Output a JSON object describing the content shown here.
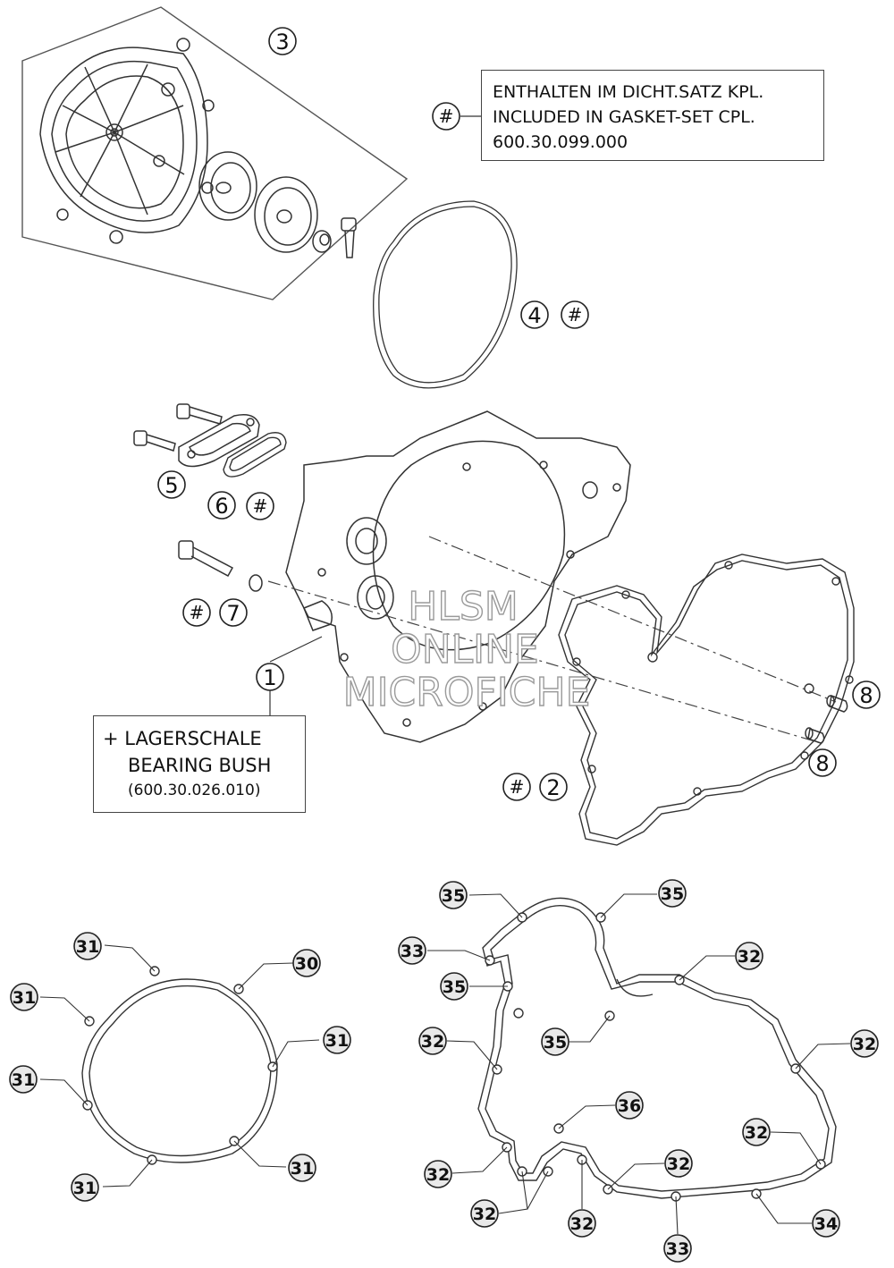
{
  "note_gasket": {
    "symbol": "#",
    "line1": "ENTHALTEN IM DICHT.SATZ KPL.",
    "line2": "INCLUDED IN GASKET-SET CPL.",
    "line3": "600.30.099.000"
  },
  "note_bush": {
    "line1": "+ LAGERSCHALE",
    "line2": "BEARING BUSH",
    "line3": "(600.30.026.010)"
  },
  "watermark": {
    "line1": "HLSM",
    "line2": "ONLINE",
    "line3": "MICROFICHE"
  },
  "callouts_top": {
    "c1": "1",
    "c2": "2",
    "c3": "3",
    "c4": "4",
    "c5": "5",
    "c6": "6",
    "c7": "7",
    "c8a": "8",
    "c8b": "8",
    "hash": "#"
  },
  "callouts_bottom": {
    "c30": "30",
    "c31": "31",
    "c32": "32",
    "c33": "33",
    "c34": "34",
    "c35": "35",
    "c36": "36"
  },
  "colors": {
    "line": "#333333",
    "light": "#888888",
    "watermark_stroke": "#9a9a9a"
  }
}
